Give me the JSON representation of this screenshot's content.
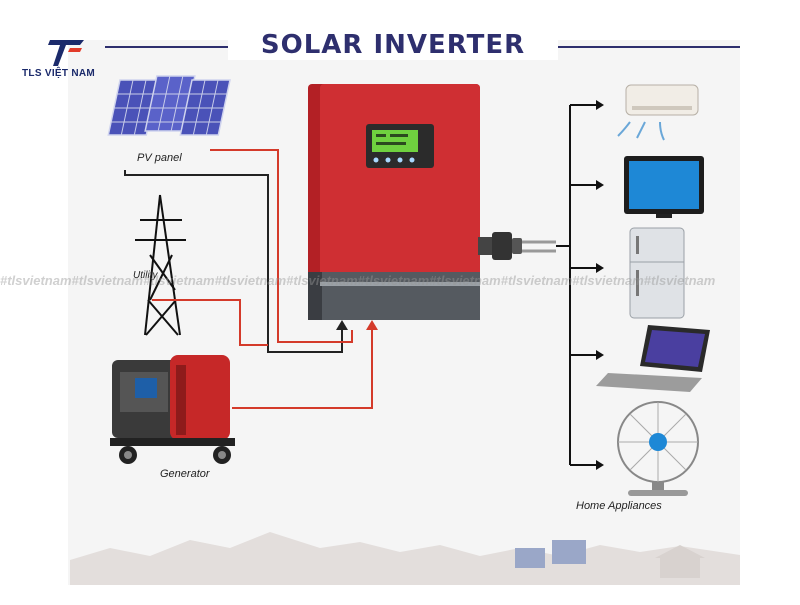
{
  "title": "SOLAR INVERTER",
  "logo": {
    "text": "TLS VIỆT NAM"
  },
  "labels": {
    "pv_panel": "PV panel",
    "utility": "Utility",
    "generator": "Generator",
    "home_appliances": "Home Appliances"
  },
  "watermark": "#tlsvietnam#tlsvietnam#tlsvietnam#tlsvietnam#tlsvietnam#tlsvietnam#tlsvietnam#tlsvietnam#tlsvietnam#tlsvietnam",
  "colors": {
    "inverter_red": "#c2272d",
    "ac_line": "#d43a2a",
    "dc_line": "#222222",
    "title": "#2e2f6e",
    "lcd": "#6fd13f"
  },
  "appliances": [
    "air-conditioner",
    "television",
    "refrigerator",
    "laptop",
    "electric-fan"
  ]
}
